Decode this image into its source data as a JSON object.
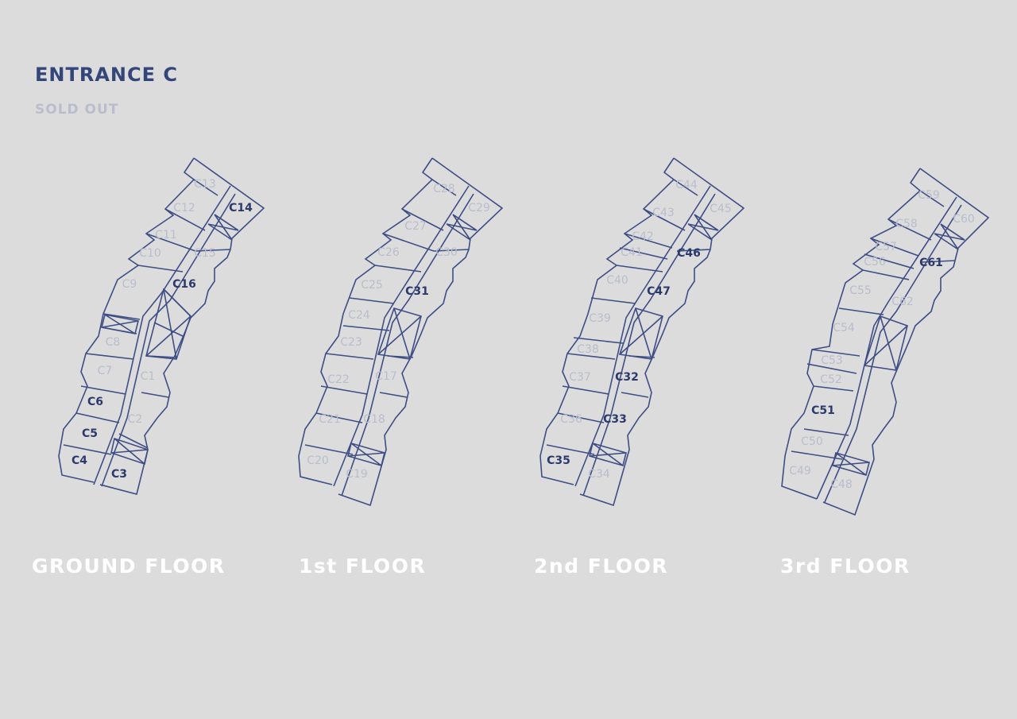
{
  "header": {
    "title": "ENTRANCE C",
    "status": "SOLD OUT"
  },
  "colors": {
    "background": "#dcdcdd",
    "outline": "#3e4d84",
    "available_text": "#2c3a6b",
    "sold_text": "#b9bdcc",
    "floor_label": "#ffffff"
  },
  "floors": [
    {
      "label": "GROUND FLOOR",
      "units": [
        {
          "id": "C13",
          "available": false
        },
        {
          "id": "C12",
          "available": false
        },
        {
          "id": "C14",
          "available": true
        },
        {
          "id": "C11",
          "available": false
        },
        {
          "id": "C10",
          "available": false
        },
        {
          "id": "C15",
          "available": false
        },
        {
          "id": "C9",
          "available": false
        },
        {
          "id": "C16",
          "available": true
        },
        {
          "id": "C8",
          "available": false
        },
        {
          "id": "C7",
          "available": false
        },
        {
          "id": "C1",
          "available": false
        },
        {
          "id": "C6",
          "available": true
        },
        {
          "id": "C2",
          "available": false
        },
        {
          "id": "C5",
          "available": true
        },
        {
          "id": "C4",
          "available": true
        },
        {
          "id": "C3",
          "available": true
        }
      ]
    },
    {
      "label": "1st FLOOR",
      "units": [
        {
          "id": "C28",
          "available": false
        },
        {
          "id": "C29",
          "available": false
        },
        {
          "id": "C27",
          "available": false
        },
        {
          "id": "C26",
          "available": false
        },
        {
          "id": "C30",
          "available": false
        },
        {
          "id": "C25",
          "available": false
        },
        {
          "id": "C31",
          "available": true
        },
        {
          "id": "C24",
          "available": false
        },
        {
          "id": "C23",
          "available": false
        },
        {
          "id": "C17",
          "available": false
        },
        {
          "id": "C22",
          "available": false
        },
        {
          "id": "C21",
          "available": false
        },
        {
          "id": "C18",
          "available": false
        },
        {
          "id": "C20",
          "available": false
        },
        {
          "id": "C19",
          "available": false
        }
      ]
    },
    {
      "label": "2nd FLOOR",
      "units": [
        {
          "id": "C44",
          "available": false
        },
        {
          "id": "C43",
          "available": false
        },
        {
          "id": "C45",
          "available": false
        },
        {
          "id": "C42",
          "available": false
        },
        {
          "id": "C41",
          "available": false
        },
        {
          "id": "C46",
          "available": true
        },
        {
          "id": "C40",
          "available": false
        },
        {
          "id": "C47",
          "available": true
        },
        {
          "id": "C39",
          "available": false
        },
        {
          "id": "C38",
          "available": false
        },
        {
          "id": "C37",
          "available": false
        },
        {
          "id": "C32",
          "available": true
        },
        {
          "id": "C36",
          "available": false
        },
        {
          "id": "C33",
          "available": true
        },
        {
          "id": "C35",
          "available": true
        },
        {
          "id": "C34",
          "available": false
        }
      ]
    },
    {
      "label": "3rd FLOOR",
      "units": [
        {
          "id": "C59",
          "available": false
        },
        {
          "id": "C60",
          "available": false
        },
        {
          "id": "C58",
          "available": false
        },
        {
          "id": "C57",
          "available": false
        },
        {
          "id": "C56",
          "available": false
        },
        {
          "id": "C61",
          "available": true
        },
        {
          "id": "C55",
          "available": false
        },
        {
          "id": "C62",
          "available": false
        },
        {
          "id": "C54",
          "available": false
        },
        {
          "id": "C53",
          "available": false
        },
        {
          "id": "C52",
          "available": false
        },
        {
          "id": "C51",
          "available": true
        },
        {
          "id": "C50",
          "available": false
        },
        {
          "id": "C49",
          "available": false
        },
        {
          "id": "C48",
          "available": false
        }
      ]
    }
  ]
}
